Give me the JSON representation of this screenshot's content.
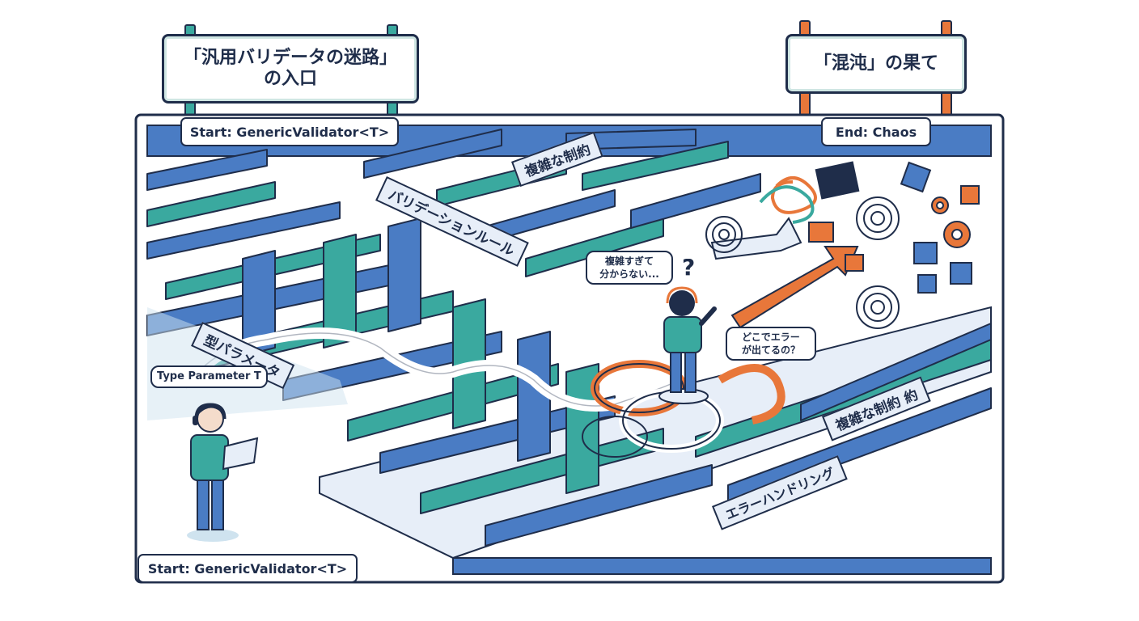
{
  "signs": {
    "entrance_line1": "「汎用バリデータの迷路」",
    "entrance_line2": "の入口",
    "exit": "「混沌」の果て"
  },
  "markers": {
    "start_top": "Start: GenericValidator<T>",
    "start_bottom": "Start: GenericValidator<T>",
    "end": "End: Chaos"
  },
  "maze_labels": {
    "complex_constraints_top": "複雑な制約",
    "validation_rules": "バリデーションルール",
    "type_parameter_jp": "型パラメータ",
    "error_handling": "エラーハンドリング",
    "complex_constraints_bottom": "複雑な制約 約"
  },
  "bubbles": {
    "type_parameter": "Type Parameter T",
    "too_complex_line1": "複雑すぎて",
    "too_complex_line2": "分からない...",
    "where_error_line1": "どこでエラー",
    "where_error_line2": "が出てるの？"
  },
  "colors": {
    "outline": "#1f2d4a",
    "blue": "#4a7cc4",
    "teal": "#3aa99f",
    "orange": "#e8773a",
    "light": "#e7eef8"
  }
}
